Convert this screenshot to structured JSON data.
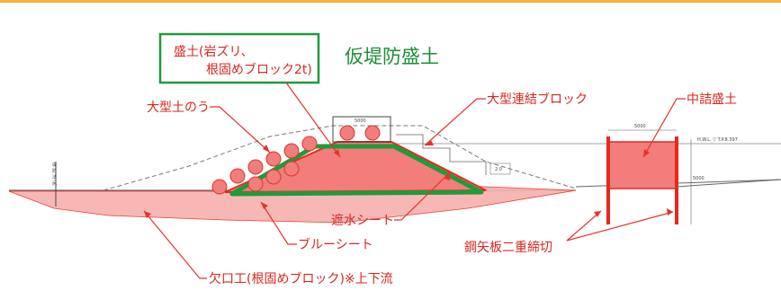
{
  "labels": {
    "fill_material": "盛土(岩ズリ、",
    "fill_material_2": "根固めブロック2t)",
    "temp_embankment": "仮堤防盛土",
    "large_sandbag": "大型土のう",
    "connected_block": "大型連結ブロック",
    "inner_fill": "中詰盛土",
    "waterproof_sheet": "遮水シート",
    "blue_sheet": "ブルーシート",
    "apron": "欠口工(根固めブロック)※上下流",
    "steel_sheet_pile": "鋼矢板二重締切",
    "crest_width": "5000",
    "right_width": "5000",
    "small_dim": "2.0",
    "water_level": "H.W.L. ▽ T.P.8.397",
    "height_dim": "5000",
    "left_marker_1": "堤",
    "left_marker_2": "防",
    "left_marker_3": "法",
    "left_marker_4": "尻"
  },
  "colors": {
    "top_rule": "#f3b23a",
    "fill_red": "#f27d7a",
    "fill_red_light": "#f7b1ad",
    "red_line": "#e8281f",
    "green": "#1f9a3c",
    "leader": "#e4332b",
    "callout_text": "#d9261f",
    "green_text": "#1d8f37",
    "line_gray": "#555555"
  }
}
